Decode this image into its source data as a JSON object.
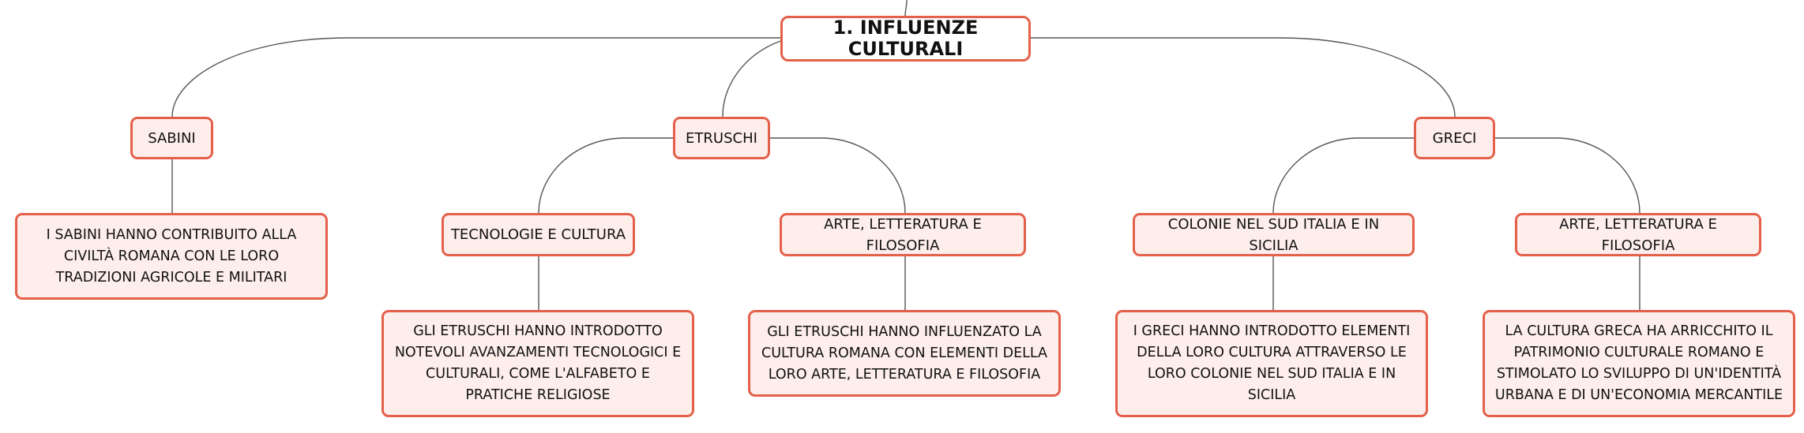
{
  "root": {
    "label": "1. INFLUENZE CULTURALI"
  },
  "branches": [
    {
      "label": "SABINI",
      "children": [
        {
          "label": "I SABINI HANNO CONTRIBUITO ALLA CIVILTÀ ROMANA CON LE LORO TRADIZIONI AGRICOLE E MILITARI"
        }
      ]
    },
    {
      "label": "ETRUSCHI",
      "children": [
        {
          "label": "TECNOLOGIE E CULTURA",
          "children": [
            {
              "label": "GLI ETRUSCHI HANNO INTRODOTTO NOTEVOLI AVANZAMENTI TECNOLOGICI E CULTURALI, COME L'ALFABETO E PRATICHE RELIGIOSE"
            }
          ]
        },
        {
          "label": "ARTE, LETTERATURA E FILOSOFIA",
          "children": [
            {
              "label": "GLI ETRUSCHI HANNO INFLUENZATO LA CULTURA ROMANA CON ELEMENTI DELLA LORO ARTE, LETTERATURA E FILOSOFIA"
            }
          ]
        }
      ]
    },
    {
      "label": "GRECI",
      "children": [
        {
          "label": "COLONIE NEL SUD ITALIA E IN SICILIA",
          "children": [
            {
              "label": "I GRECI HANNO INTRODOTTO ELEMENTI DELLA LORO CULTURA ATTRAVERSO LE LORO COLONIE NEL SUD ITALIA E IN SICILIA"
            }
          ]
        },
        {
          "label": "ARTE, LETTERATURA E FILOSOFIA",
          "children": [
            {
              "label": "LA CULTURA GRECA HA ARRICCHITO IL PATRIMONIO CULTURALE ROMANO E STIMOLATO LO SVILUPPO DI UN'IDENTITÀ URBANA E DI UN'ECONOMIA MERCANTILE"
            }
          ]
        }
      ]
    }
  ],
  "colors": {
    "border": "#e5604a",
    "fill": "#fdeeeb",
    "line": "#555555",
    "text": "#111111"
  }
}
